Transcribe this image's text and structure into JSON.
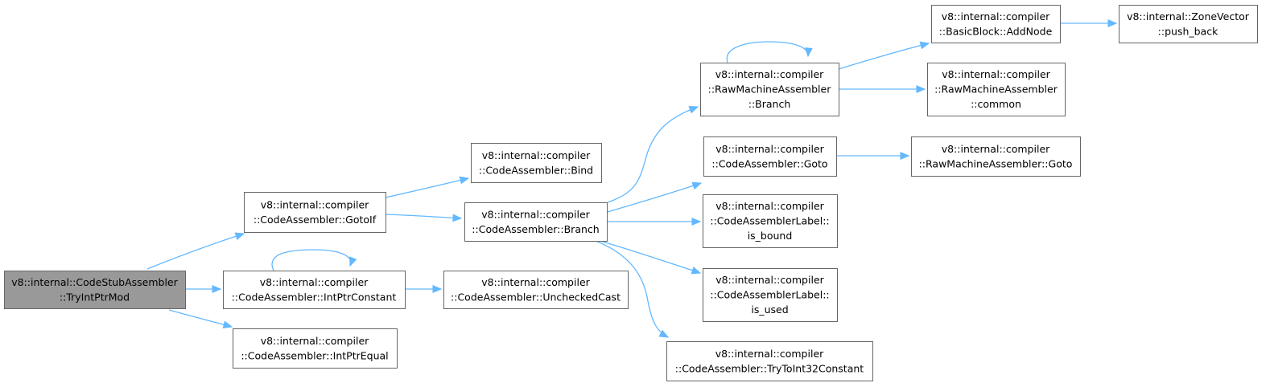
{
  "colors": {
    "node_fill": "#ffffff",
    "root_fill": "#999999",
    "node_border": "#666666",
    "edge": "#63b8ff",
    "text": "#000000"
  },
  "nodes": [
    {
      "id": "root",
      "root": true,
      "lines": [
        "v8::internal::CodeStubAssembler",
        "::TryIntPtrMod"
      ]
    },
    {
      "id": "gotoif",
      "lines": [
        "v8::internal::compiler",
        "::CodeAssembler::GotoIf"
      ]
    },
    {
      "id": "intptrconstant",
      "lines": [
        "v8::internal::compiler",
        "::CodeAssembler::IntPtrConstant"
      ]
    },
    {
      "id": "intptrequal",
      "lines": [
        "v8::internal::compiler",
        "::CodeAssembler::IntPtrEqual"
      ]
    },
    {
      "id": "bind",
      "lines": [
        "v8::internal::compiler",
        "::CodeAssembler::Bind"
      ]
    },
    {
      "id": "branch",
      "lines": [
        "v8::internal::compiler",
        "::CodeAssembler::Branch"
      ]
    },
    {
      "id": "uncheckedcast",
      "lines": [
        "v8::internal::compiler",
        "::CodeAssembler::UncheckedCast"
      ]
    },
    {
      "id": "rma_branch",
      "lines": [
        "v8::internal::compiler",
        "::RawMachineAssembler",
        "::Branch"
      ]
    },
    {
      "id": "goto",
      "lines": [
        "v8::internal::compiler",
        "::CodeAssembler::Goto"
      ]
    },
    {
      "id": "is_bound",
      "lines": [
        "v8::internal::compiler",
        "::CodeAssemblerLabel::",
        "is_bound"
      ]
    },
    {
      "id": "is_used",
      "lines": [
        "v8::internal::compiler",
        "::CodeAssemblerLabel::",
        "is_used"
      ]
    },
    {
      "id": "trytoint32",
      "lines": [
        "v8::internal::compiler",
        "::CodeAssembler::TryToInt32Constant"
      ]
    },
    {
      "id": "addnode",
      "lines": [
        "v8::internal::compiler",
        "::BasicBlock::AddNode"
      ]
    },
    {
      "id": "common",
      "lines": [
        "v8::internal::compiler",
        "::RawMachineAssembler",
        "::common"
      ]
    },
    {
      "id": "rma_goto",
      "lines": [
        "v8::internal::compiler",
        "::RawMachineAssembler::Goto"
      ]
    },
    {
      "id": "push_back",
      "lines": [
        "v8::internal::ZoneVector",
        "::push_back"
      ]
    }
  ],
  "edges": [
    {
      "from": "root",
      "to": "gotoif"
    },
    {
      "from": "root",
      "to": "intptrconstant"
    },
    {
      "from": "root",
      "to": "intptrequal"
    },
    {
      "from": "gotoif",
      "to": "bind"
    },
    {
      "from": "gotoif",
      "to": "branch"
    },
    {
      "from": "intptrconstant",
      "to": "intptrconstant"
    },
    {
      "from": "intptrconstant",
      "to": "uncheckedcast"
    },
    {
      "from": "branch",
      "to": "rma_branch"
    },
    {
      "from": "branch",
      "to": "goto"
    },
    {
      "from": "branch",
      "to": "is_bound"
    },
    {
      "from": "branch",
      "to": "is_used"
    },
    {
      "from": "branch",
      "to": "trytoint32"
    },
    {
      "from": "rma_branch",
      "to": "rma_branch"
    },
    {
      "from": "rma_branch",
      "to": "addnode"
    },
    {
      "from": "rma_branch",
      "to": "common"
    },
    {
      "from": "goto",
      "to": "rma_goto"
    },
    {
      "from": "addnode",
      "to": "push_back"
    }
  ]
}
